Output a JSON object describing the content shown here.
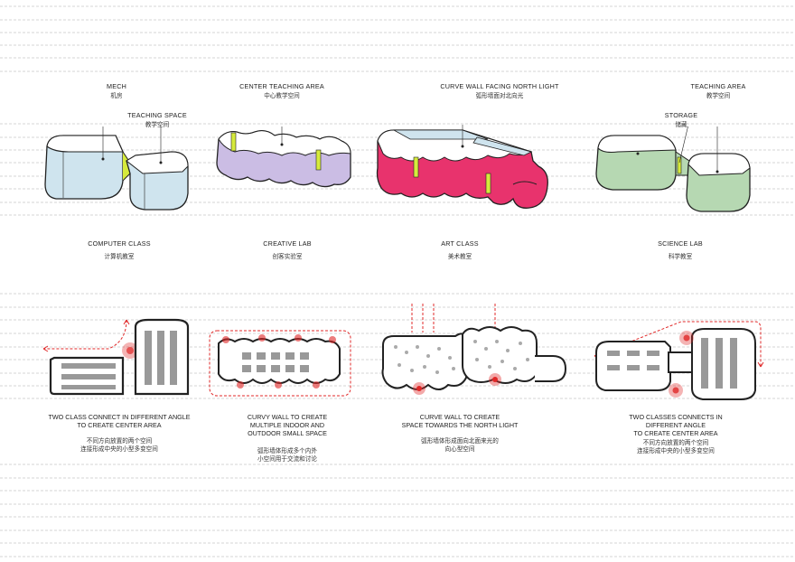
{
  "colors": {
    "blue": "#cfe4ee",
    "purple": "#cbbde4",
    "pink": "#e8336d",
    "green": "#b6d8b2",
    "yellow": "#d6ea3c",
    "red": "#e02828",
    "guide": "#c9c9c9"
  },
  "top": {
    "labels": [
      {
        "en": "MECH",
        "cn": "机房"
      },
      {
        "en": "TEACHING SPACE",
        "cn": "教学空间"
      },
      {
        "en": "CENTER TEACHING AREA",
        "cn": "中心教学空间"
      },
      {
        "en": "CURVE WALL FACING NORTH LIGHT",
        "cn": "弧形墙面对北向光"
      },
      {
        "en": "TEACHING AREA",
        "cn": "教学空间"
      },
      {
        "en": "STORAGE",
        "cn": "储藏"
      }
    ],
    "rooms": [
      {
        "en": "COMPUTER CLASS",
        "cn": "计算机教室"
      },
      {
        "en": "CREATIVE LAB",
        "cn": "创客实验室"
      },
      {
        "en": "ART CLASS",
        "cn": "美术教室"
      },
      {
        "en": "SCIENCE LAB",
        "cn": "科学教室"
      }
    ]
  },
  "bottom": {
    "captions": [
      {
        "en1": "TWO CLASS CONNECT IN DIFFERENT ANGLE",
        "en2": "TO CREATE CENTER AREA",
        "cn1": "不同方向放置的两个空间",
        "cn2": "连接形成中央的小型多变空间"
      },
      {
        "en1": "CURVY WALL TO CREATE",
        "en2": "MULTIPLE INDOOR AND",
        "en3": "OUTDOOR SMALL SPACE",
        "cn1": "弧形墙体形成多个内外",
        "cn2": "小空间用于交流和讨论"
      },
      {
        "en1": "CURVE WALL TO CREATE",
        "en2": "SPACE TOWARDS THE NORTH LIGHT",
        "cn1": "弧形墙体形成面向北面来光的",
        "cn2": "向心型空间"
      },
      {
        "en1": "TWO CLASSES CONNECTS IN DIFFERENT ANGLE",
        "en2": "TO CREATE CENTER AREA",
        "cn1": "不同方向放置的两个空间",
        "cn2": "连接形成中央的小型多变空间"
      }
    ]
  }
}
